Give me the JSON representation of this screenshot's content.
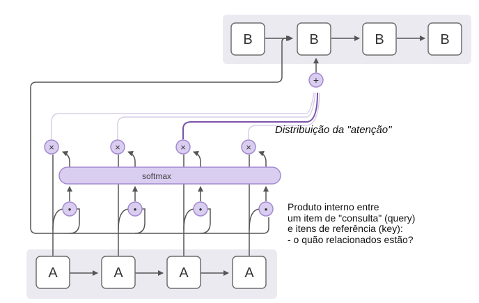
{
  "decoder": {
    "labels": [
      "B",
      "B",
      "B",
      "B"
    ]
  },
  "encoder": {
    "labels": [
      "A",
      "A",
      "A",
      "A"
    ]
  },
  "softmax": {
    "label": "softmax"
  },
  "ops": {
    "sum": "+",
    "multiply": "×",
    "dot": "•"
  },
  "captions": {
    "attention": "Distribuição da \"atenção\"",
    "dot_product": "Produto interno entre\num item de \"consulta\" (query)\ne itens de referência (key):\n- o quão relacionados estão?"
  },
  "colors": {
    "panel": "#eceaf1",
    "box_border": "#6e6e6e",
    "line": "#555555",
    "node_fill": "#d9cdf0",
    "node_border": "#a48ad0",
    "highlight": "#7a52ab",
    "faint": "#d2c8e2"
  }
}
